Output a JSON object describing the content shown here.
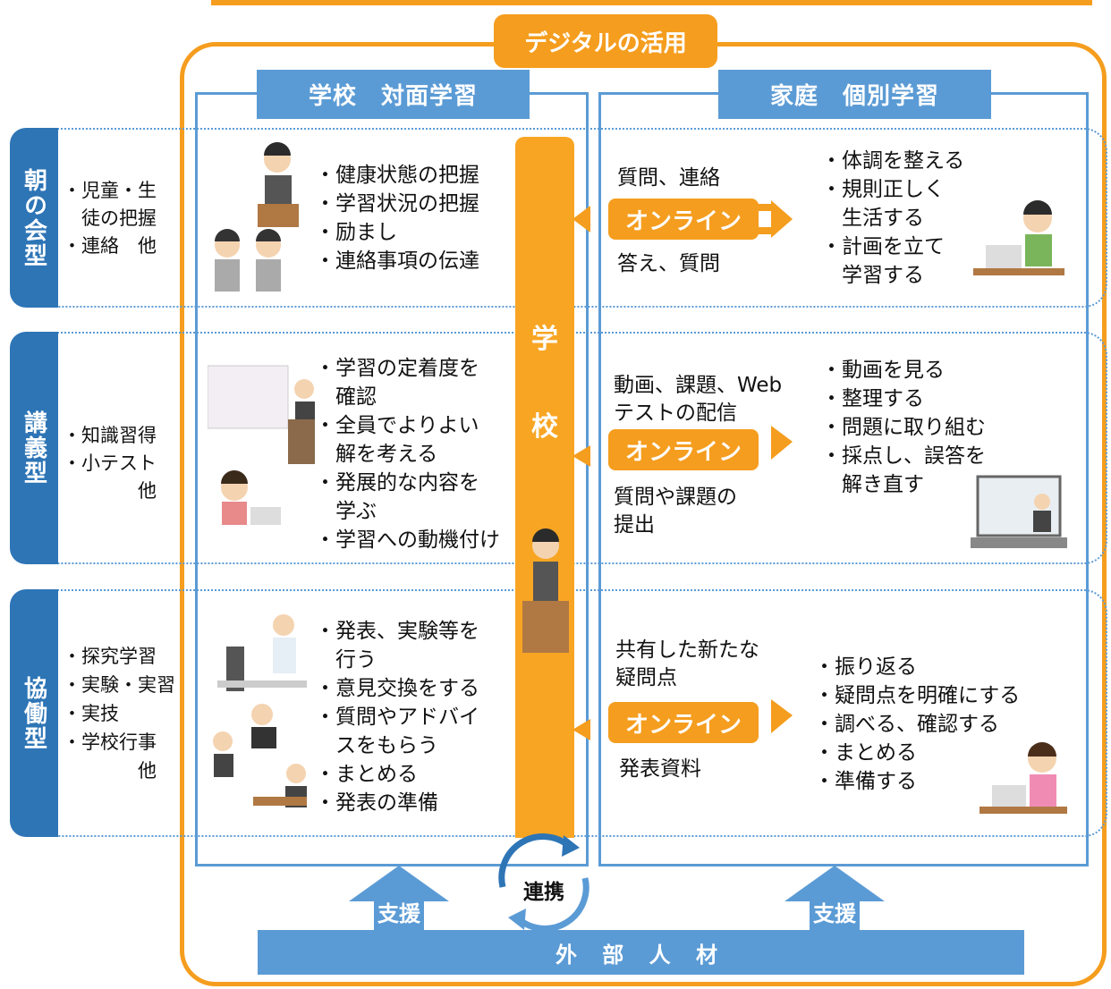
{
  "title": "デジタルの活用",
  "columns": {
    "school": "学校　対面学習",
    "home": "家庭　個別学習"
  },
  "school_bar": [
    "学",
    "校"
  ],
  "online_label": "オンライン",
  "rows": [
    {
      "tab": "朝の会型",
      "left_items": [
        "・児童・生",
        "　徒の把握",
        "・連絡　他"
      ],
      "school_items": [
        "・健康状態の把握",
        "・学習状況の把握",
        "・励まし",
        "・連絡事項の伝達"
      ],
      "send": [
        "質問、連絡"
      ],
      "receive": [
        "答え、質問"
      ],
      "home_items": [
        "・体調を整える",
        "・規則正しく",
        "　生活する",
        "・計画を立て",
        "　学習する"
      ]
    },
    {
      "tab": "講義型",
      "left_items": [
        "・知識習得",
        "・小テスト",
        "　　　　他"
      ],
      "school_items": [
        "・学習の定着度を",
        "　確認",
        "・全員でよりよい",
        "　解を考える",
        "・発展的な内容を",
        "　学ぶ",
        "・学習への動機付け"
      ],
      "send": [
        "動画、課題、Web",
        "テストの配信"
      ],
      "receive": [
        "質問や課題の",
        "提出"
      ],
      "home_items": [
        "・動画を見る",
        "・整理する",
        "・問題に取り組む",
        "・採点し、誤答を",
        "　解き直す"
      ]
    },
    {
      "tab": "協働型",
      "left_items": [
        "・探究学習",
        "・実験・実習",
        "・実技",
        "・学校行事",
        "　　　　他"
      ],
      "school_items": [
        "・発表、実験等を",
        "　行う",
        "・意見交換をする",
        "・質問やアドバイ",
        "　スをもらう",
        "・まとめる",
        "・発表の準備"
      ],
      "send": [
        "共有した新たな",
        "疑問点"
      ],
      "receive": [
        "発表資料"
      ],
      "home_items": [
        "・振り返る",
        "・疑問点を明確にする",
        "・調べる、確認する",
        "・まとめる",
        "・準備する"
      ]
    }
  ],
  "collab": "連携",
  "support": [
    "支援",
    "支援"
  ],
  "footer": "外 部 人 材",
  "colors": {
    "orange": "#f59d1e",
    "blue": "#5b9bd5",
    "dark_blue": "#2e75b6"
  }
}
